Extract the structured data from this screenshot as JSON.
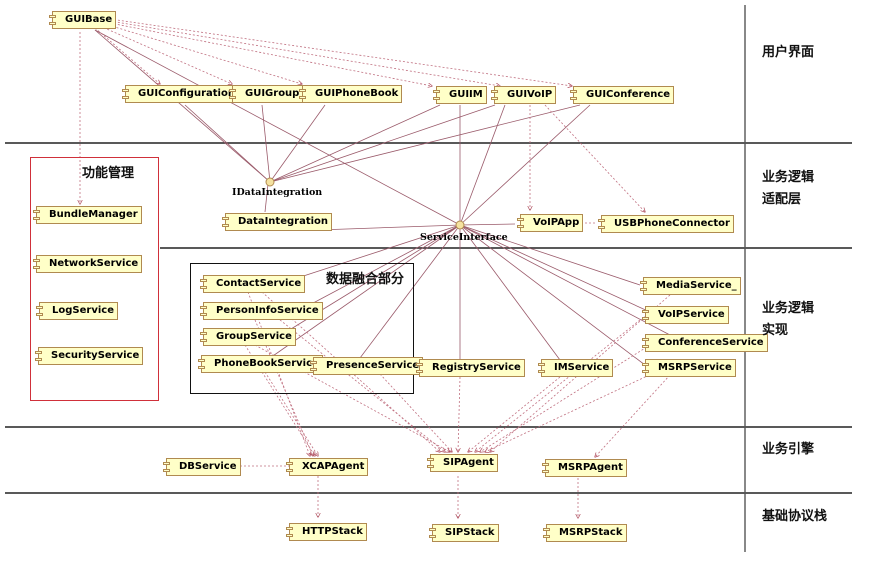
{
  "layers": [
    {
      "id": "ui",
      "lines": [
        "用户界面"
      ]
    },
    {
      "id": "adapter",
      "lines": [
        "业务逻辑",
        "适配层"
      ]
    },
    {
      "id": "impl",
      "lines": [
        "业务逻辑",
        "实现"
      ]
    },
    {
      "id": "engine",
      "lines": [
        "业务引擎"
      ]
    },
    {
      "id": "stack",
      "lines": [
        "基础协议栈"
      ]
    }
  ],
  "groups": {
    "management": "功能管理",
    "data_fusion": "数据融合部分"
  },
  "interfaces": {
    "idata": "IDataIntegration",
    "service": "ServiceInterface"
  },
  "components": {
    "GUIBase": "GUIBase",
    "GUIConfiguration": "GUIConfiguration",
    "GUIGroup": "GUIGroup",
    "GUIPhoneBook": "GUIPhoneBook",
    "GUIIM": "GUIIM",
    "GUIVoIP": "GUIVoIP",
    "GUIConference": "GUIConference",
    "BundleManager": "BundleManager",
    "NetworkService": "NetworkService",
    "LogService": "LogService",
    "SecurityService": "SecurityService",
    "DataIntegration": "DataIntegration",
    "VoIPApp": "VoIPApp",
    "USBPhoneConnector": "USBPhoneConnector",
    "ContactService": "ContactService",
    "PersonInfoService": "PersonInfoService",
    "GroupService": "GroupService",
    "PhoneBookService": "PhoneBookService",
    "PresenceService": "PresenceService",
    "RegistryService": "RegistryService",
    "IMService": "IMService",
    "MediaService": "MediaService_",
    "VoIPService": "VoIPService",
    "ConferenceService": "ConferenceService",
    "MSRPService": "MSRPService",
    "DBService": "DBService",
    "XCAPAgent": "XCAPAgent",
    "SIPAgent": "SIPAgent",
    "MSRPAgent": "MSRPAgent",
    "HTTPStack": "HTTPStack",
    "SIPStack": "SIPStack",
    "MSRPStack": "MSRPStack"
  },
  "colors": {
    "component_fill": "#ffffc8",
    "component_border": "#b08a50",
    "connector": "#9a5a6a",
    "group_border_red": "#d0303a"
  }
}
